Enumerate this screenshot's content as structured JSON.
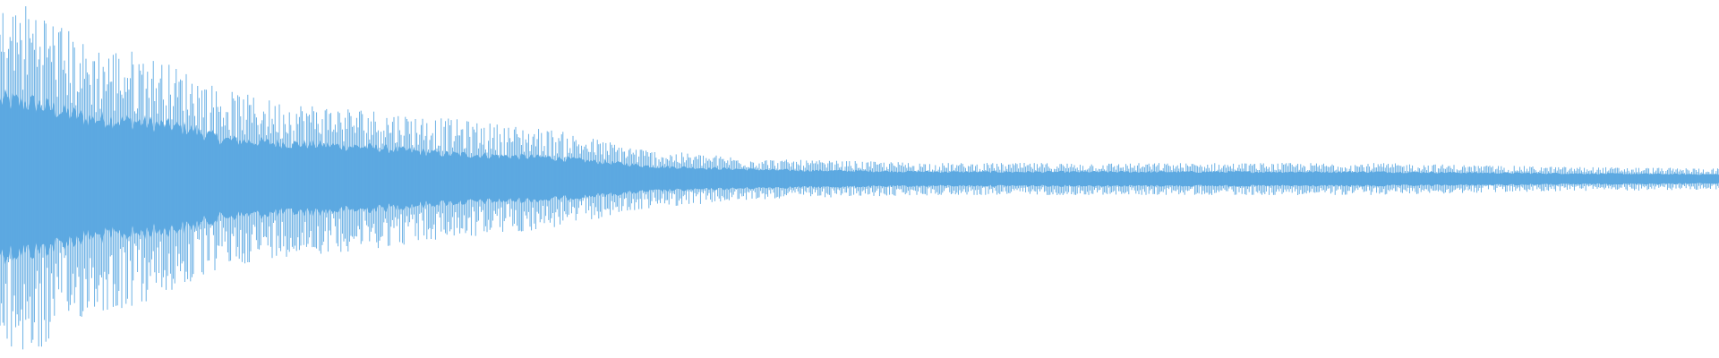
{
  "waveform": {
    "color": "#5DA9E1",
    "background": "#ffffff",
    "amplitude_envelope": [
      {
        "t": 0.0,
        "peak": 0.48,
        "body": 0.22
      },
      {
        "t": 0.02,
        "peak": 0.5,
        "body": 0.21
      },
      {
        "t": 0.05,
        "peak": 0.38,
        "body": 0.17
      },
      {
        "t": 0.08,
        "peak": 0.36,
        "body": 0.16
      },
      {
        "t": 0.11,
        "peak": 0.3,
        "body": 0.14
      },
      {
        "t": 0.13,
        "peak": 0.25,
        "body": 0.11
      },
      {
        "t": 0.16,
        "peak": 0.22,
        "body": 0.1
      },
      {
        "t": 0.21,
        "peak": 0.2,
        "body": 0.09
      },
      {
        "t": 0.26,
        "peak": 0.17,
        "body": 0.07
      },
      {
        "t": 0.32,
        "peak": 0.14,
        "body": 0.06
      },
      {
        "t": 0.38,
        "peak": 0.08,
        "body": 0.035
      },
      {
        "t": 0.45,
        "peak": 0.055,
        "body": 0.025
      },
      {
        "t": 0.55,
        "peak": 0.045,
        "body": 0.02
      },
      {
        "t": 0.7,
        "peak": 0.045,
        "body": 0.02
      },
      {
        "t": 0.8,
        "peak": 0.045,
        "body": 0.02
      },
      {
        "t": 0.9,
        "peak": 0.035,
        "body": 0.016
      },
      {
        "t": 1.0,
        "peak": 0.03,
        "body": 0.013
      }
    ]
  }
}
